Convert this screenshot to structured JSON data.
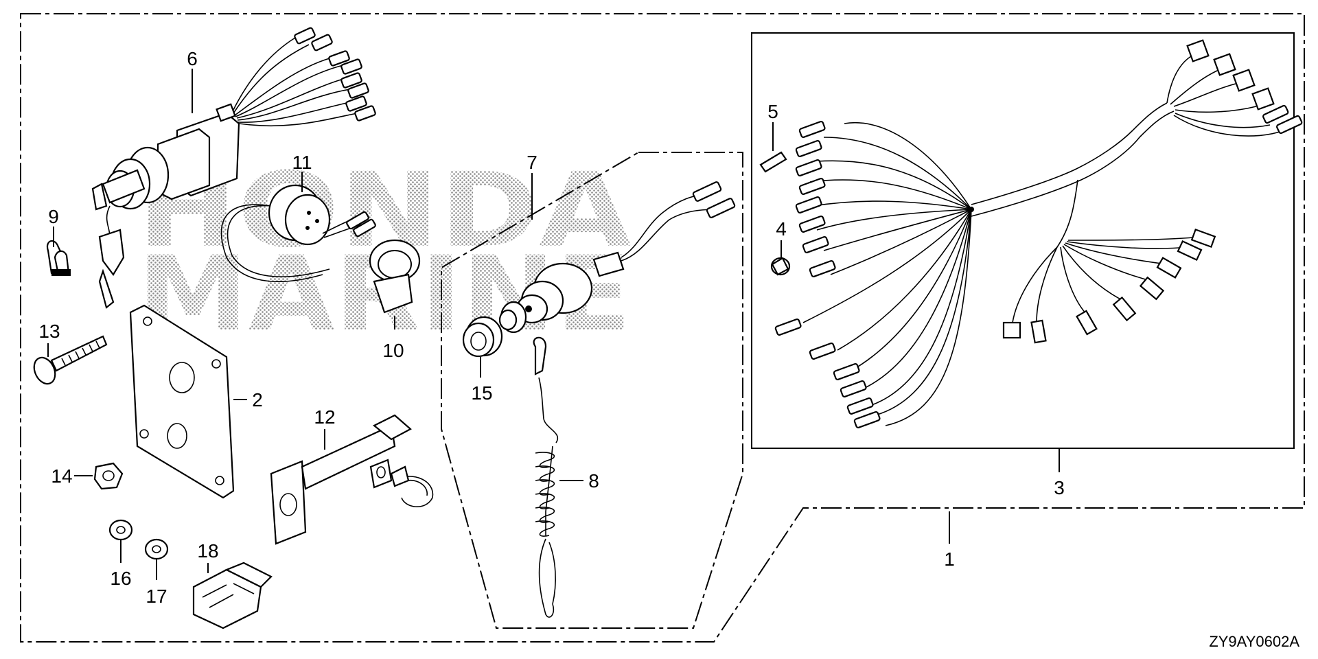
{
  "callouts": {
    "c1": "1",
    "c2": "2",
    "c3": "3",
    "c4": "4",
    "c5": "5",
    "c6": "6",
    "c7": "7",
    "c8": "8",
    "c9": "9",
    "c10": "10",
    "c11": "11",
    "c12": "12",
    "c13": "13",
    "c14": "14",
    "c15": "15",
    "c16": "16",
    "c17": "17",
    "c18": "18"
  },
  "diagram_code": "ZY9AY0602A",
  "watermark": {
    "line1": "HONDA",
    "line2": "MARINE"
  }
}
